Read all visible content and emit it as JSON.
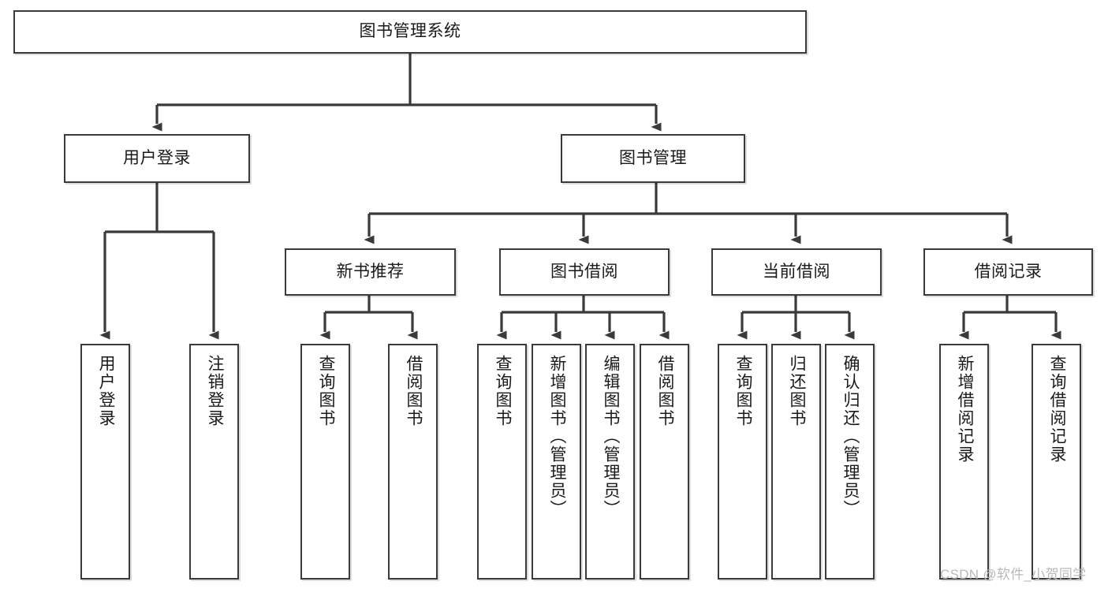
{
  "diagram": {
    "type": "tree-hierarchy",
    "title": "图书管理系统",
    "orientation": "top-down",
    "edge_color": "#3a3a3a",
    "node_border_color": "#3a3a3a",
    "node_fill_color": "#ffffff",
    "text_color": "#1a1a1a"
  },
  "nodes": {
    "root": {
      "label": "图书管理系统",
      "level": 1
    },
    "l2": [
      {
        "id": "user_login",
        "label": "用户登录",
        "level": 2
      },
      {
        "id": "book_mgmt",
        "label": "图书管理",
        "level": 2
      }
    ],
    "l3": [
      {
        "id": "new_book_rec",
        "label": "新书推荐",
        "level": 3,
        "parent": "book_mgmt"
      },
      {
        "id": "book_borrow",
        "label": "图书借阅",
        "level": 3,
        "parent": "book_mgmt"
      },
      {
        "id": "current_borrow",
        "label": "当前借阅",
        "level": 3,
        "parent": "book_mgmt"
      },
      {
        "id": "borrow_record",
        "label": "借阅记录",
        "level": 3,
        "parent": "book_mgmt"
      }
    ],
    "leaves": [
      {
        "id": "leaf_user_login",
        "label": "用户登录",
        "parent": "user_login"
      },
      {
        "id": "leaf_logout",
        "label": "注销登录",
        "parent": "user_login"
      },
      {
        "id": "leaf_query_book_1",
        "label": "查询图书",
        "parent": "new_book_rec"
      },
      {
        "id": "leaf_borrow_book_1",
        "label": "借阅图书",
        "parent": "new_book_rec"
      },
      {
        "id": "leaf_query_book_2",
        "label": "查询图书",
        "parent": "book_borrow"
      },
      {
        "id": "leaf_add_book",
        "label": "新增图书（管理员）",
        "parent": "book_borrow"
      },
      {
        "id": "leaf_edit_book",
        "label": "编辑图书（管理员）",
        "parent": "book_borrow"
      },
      {
        "id": "leaf_borrow_book_2",
        "label": "借阅图书",
        "parent": "book_borrow"
      },
      {
        "id": "leaf_query_book_3",
        "label": "查询图书",
        "parent": "current_borrow"
      },
      {
        "id": "leaf_return_book",
        "label": "归还图书",
        "parent": "current_borrow"
      },
      {
        "id": "leaf_confirm_return",
        "label": "确认归还（管理员）",
        "parent": "current_borrow"
      },
      {
        "id": "leaf_add_record",
        "label": "新增借阅记录",
        "parent": "borrow_record"
      },
      {
        "id": "leaf_query_record",
        "label": "查询借阅记录",
        "parent": "borrow_record"
      }
    ]
  },
  "watermark": {
    "text": "CSDN @软件_小贺同学"
  }
}
